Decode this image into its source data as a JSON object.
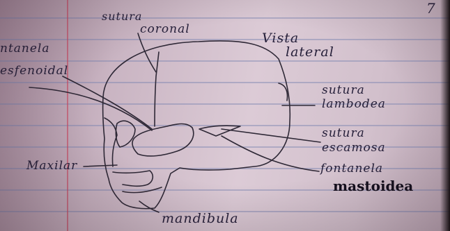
{
  "labels": {
    "page_number": "7",
    "sutura": "sutura",
    "coronal": "coronal",
    "fontanela_esfenoidal_1": "ntanela",
    "fontanela_esfenoidal_2": "esfenoidal",
    "vista": "Vista",
    "lateral": "lateral",
    "sutura_lambdoidea_1": "sutura",
    "sutura_lambdoidea_2": "lambodea",
    "sutura_escamosa_1": "sutura",
    "sutura_escamosa_2": "escamosa",
    "maxilar": "Maxilar",
    "fontanela_mastoidea_1": "fontanela",
    "fontanela_mastoidea_2": "mastoidea",
    "mandibula": "mandibula"
  }
}
